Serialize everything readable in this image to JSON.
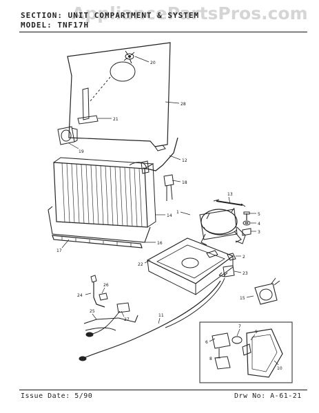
{
  "header": {
    "watermark": "AppliancePartsPros.com",
    "section_line": "SECTION: UNIT COMPARTMENT & SYSTEM",
    "model_line": "MODEL: TNF17H"
  },
  "footer": {
    "issue_date": "Issue Date: 5/90",
    "drawing_no": "Drw No: A-61-21"
  },
  "part_labels": [
    "1",
    "2",
    "3",
    "4",
    "5",
    "6",
    "7",
    "8",
    "9",
    "10",
    "11",
    "12",
    "13",
    "14",
    "15",
    "16",
    "17",
    "18",
    "19",
    "20",
    "21",
    "22",
    "23",
    "24",
    "25",
    "26",
    "27",
    "28"
  ]
}
